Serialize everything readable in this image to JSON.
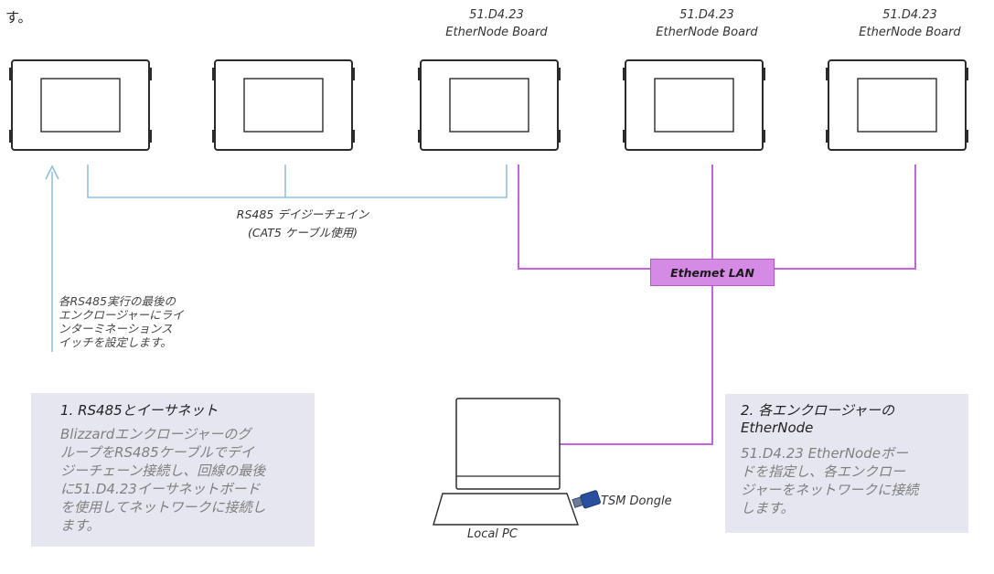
{
  "top_fragment": "す。",
  "nodes": [
    {
      "line1": "",
      "line2": ""
    },
    {
      "line1": "",
      "line2": ""
    },
    {
      "line1": "51.D4.23",
      "line2": "EtherNode Board"
    },
    {
      "line1": "51.D4.23",
      "line2": "EtherNode Board"
    },
    {
      "line1": "51.D4.23",
      "line2": "EtherNode Board"
    }
  ],
  "rs485": {
    "label_line1": "RS485 デイジーチェイン",
    "label_line2": "(CAT5 ケーブル使用)"
  },
  "ethernet": {
    "label": "Ethemet LAN"
  },
  "termination_note": {
    "lines": [
      "各RS485実行の最後の",
      "エンクロージャーにライ",
      "ンターミネーションス",
      "イッチを設定します。"
    ]
  },
  "card1": {
    "title": "1. RS485とイーサネット",
    "body_lines": [
      "Blizzardエンクロージャーのグ",
      "ループをRS485ケーブルでデイ",
      "ジーチェーン接続し、回線の最後",
      "に51.D4.23イーサネットボード",
      "を使用してネットワークに接続し",
      "ます。"
    ]
  },
  "card2": {
    "title_line1": "2. 各エンクロージャーの",
    "title_line2": "EtherNode",
    "body_lines": [
      "51.D4.23 EtherNodeボー",
      "ドを指定し、各エンクロー",
      "ジャーをネットワークに接続",
      "します。"
    ]
  },
  "pc": {
    "label": "Local PC"
  },
  "dongle": {
    "label": "TSM Dongle"
  },
  "colors": {
    "rs485_line": "#8fbfe0",
    "ethernet_line": "#c463e0",
    "ethernet_box": "#d58ae6",
    "card_bg": "#e6e6f0"
  }
}
